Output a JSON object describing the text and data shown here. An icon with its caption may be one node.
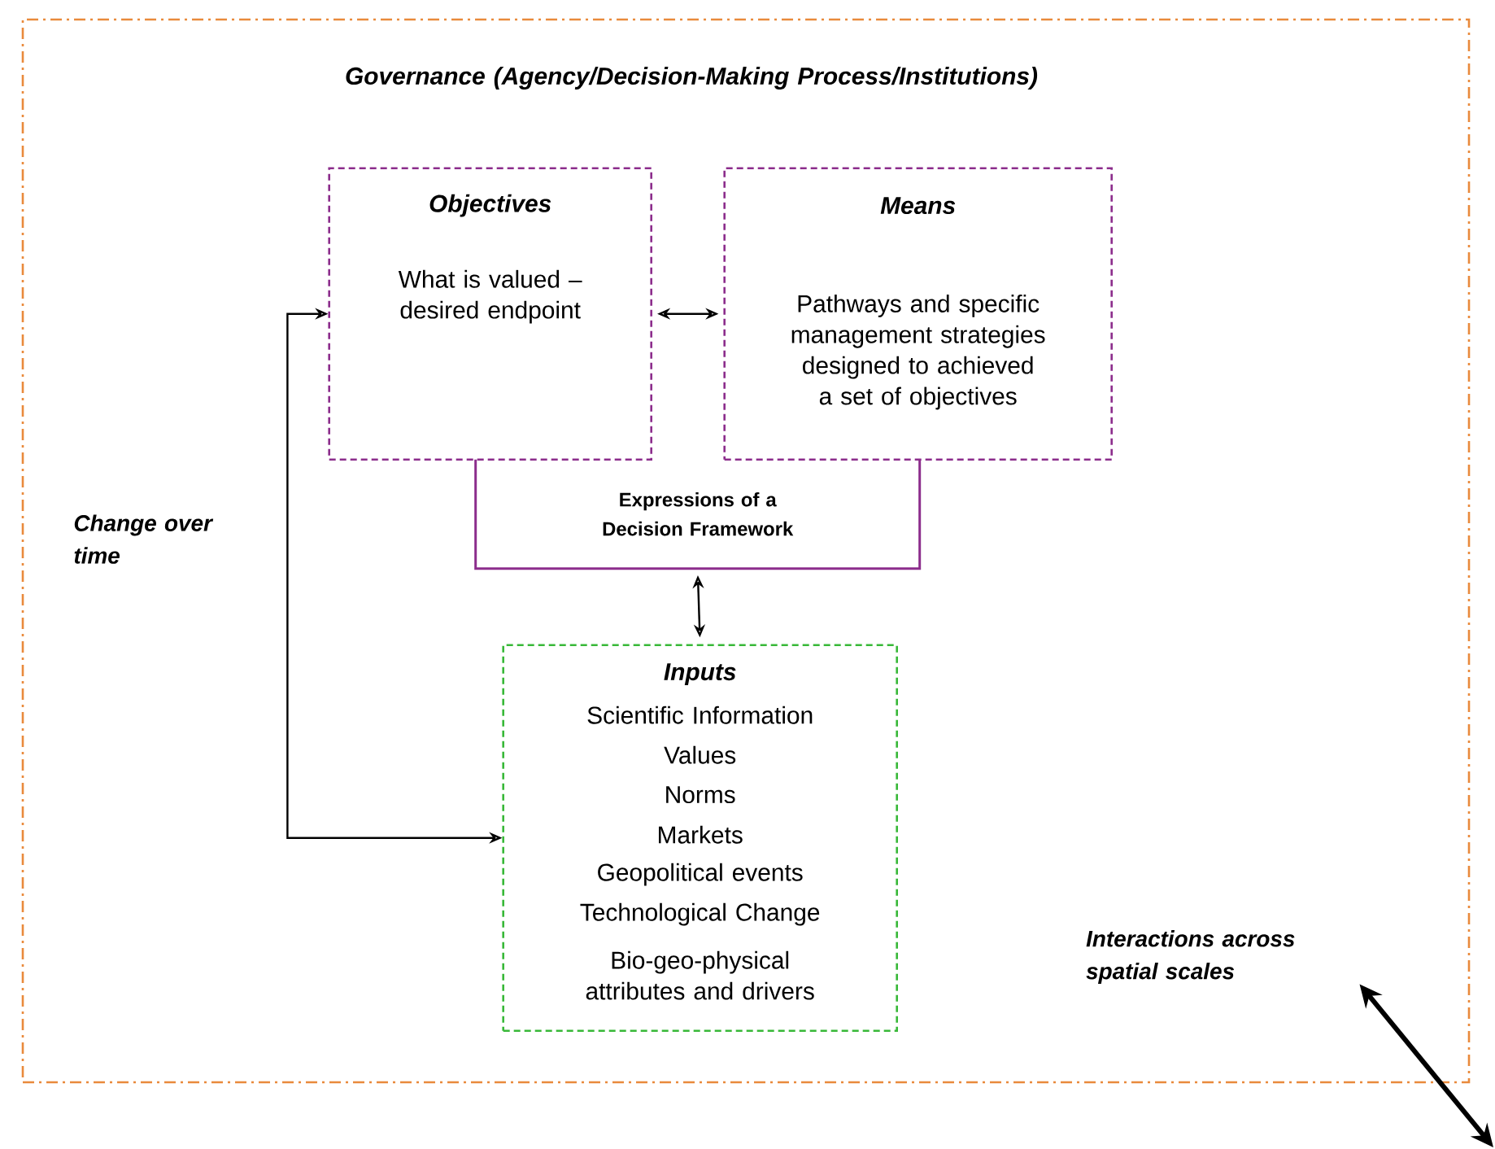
{
  "diagram": {
    "nodes": [
      {
        "text": [
          "Governance (Agency/Decision-Making Process/Institutions)"
        ]
      },
      {
        "text": [
          "Objectives",
          "What is valued – desired endpoint"
        ],
        "in": 0
      },
      {
        "text": [
          "Means",
          "Pathways and specific management strategies designed to achieved a set of objectives"
        ],
        "in": 0
      },
      {
        "text": [
          "Expressions of a Decision Framework"
        ],
        "in": 0
      },
      {
        "text": [
          "Inputs",
          "Scientific Information",
          "Values",
          "Norms",
          "Markets",
          "Geopolitical events",
          "Technological Change",
          "Bio-geo-physical attributes and drivers"
        ],
        "in": 0
      },
      {
        "text": [
          "Interactions across spatial scales"
        ],
        "in": 0
      }
    ],
    "edges": [
      {
        "from": 1,
        "to": 2,
        "arrow": "both"
      },
      {
        "from": 3,
        "to": 4,
        "arrow": "both"
      },
      {
        "from": 4,
        "to": 1,
        "arrow": "both"
      },
      {
        "from": 5,
        "to": null,
        "arrow": "both",
        "style": "thick"
      }
    ],
    "labels": [
      "Change over time"
    ]
  }
}
